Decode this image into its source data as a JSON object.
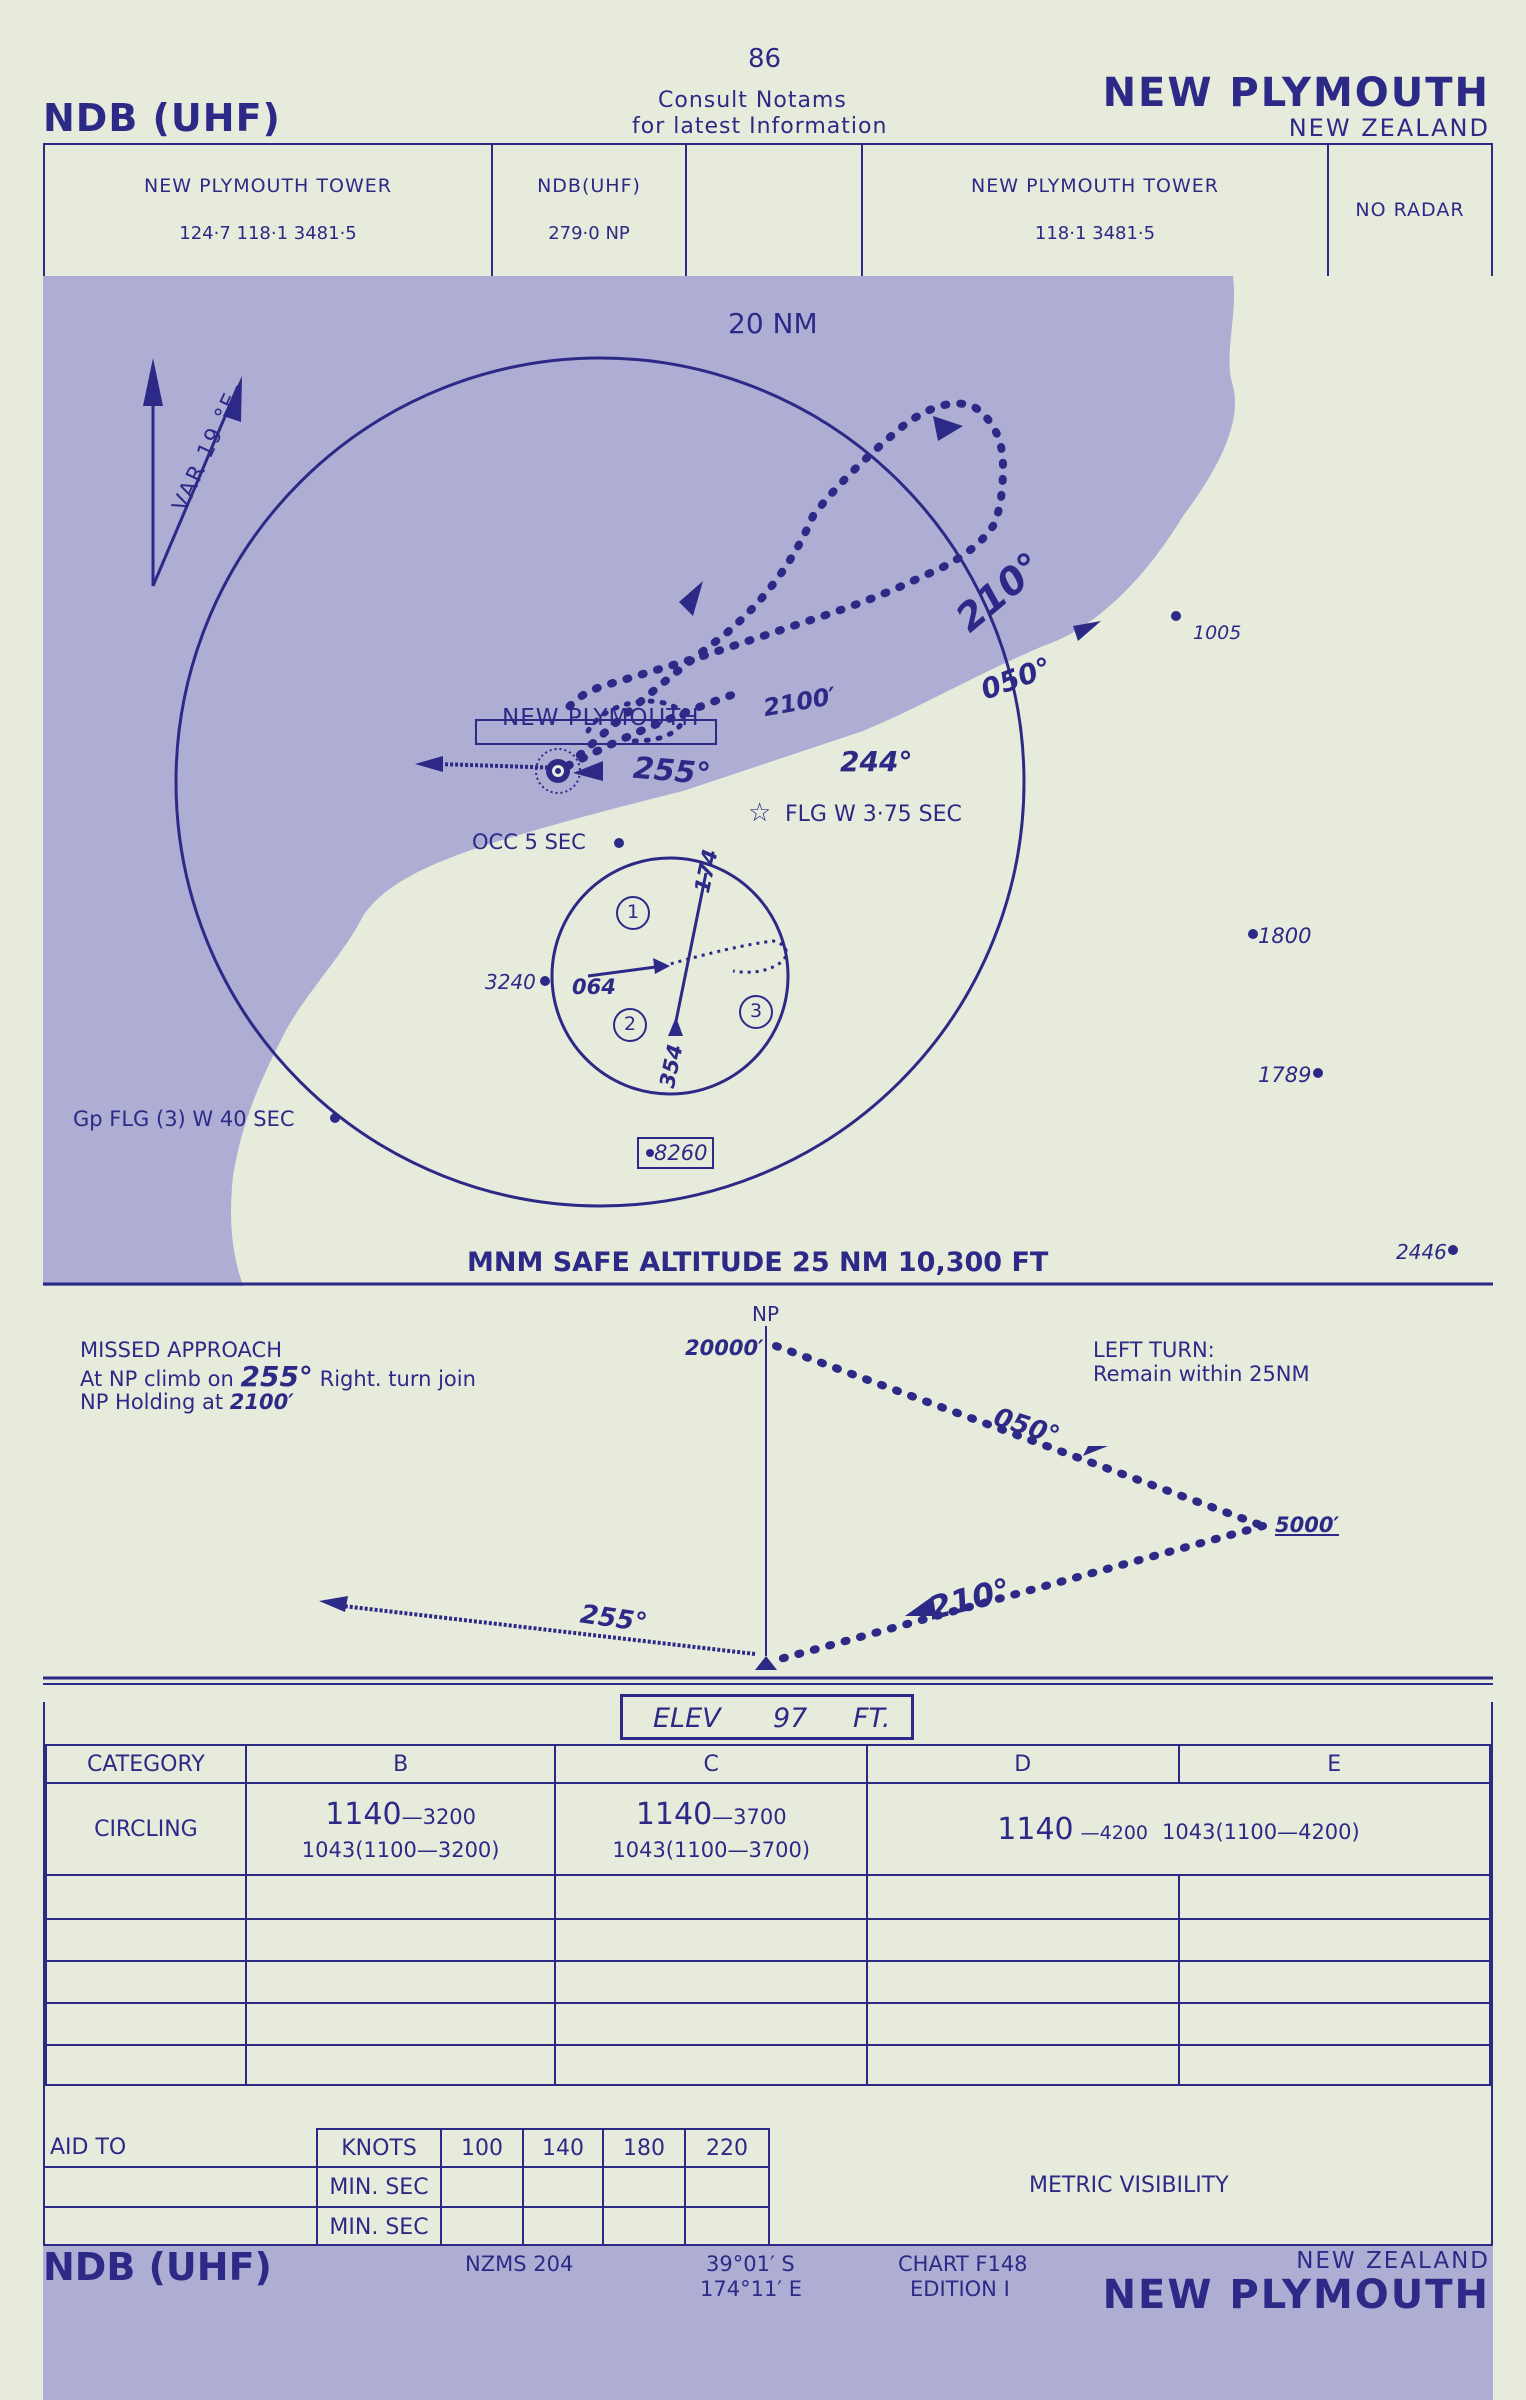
{
  "header": {
    "page_number": "86",
    "notams_line1": "Consult  Notams",
    "notams_line2": "for  latest  Information",
    "procedure": "NDB (UHF)",
    "location": "NEW   PLYMOUTH",
    "country": "NEW  ZEALAND"
  },
  "comms": [
    {
      "title": "NEW PLYMOUTH TOWER",
      "value": "124·7   118·1   3481·5"
    },
    {
      "title": "NDB(UHF)",
      "value": "279·0  NP"
    },
    {
      "title": "",
      "value": ""
    },
    {
      "title": "NEW PLYMOUTH TOWER",
      "value": "118·1                      3481·5"
    },
    {
      "title": "NO RADAR",
      "value": ""
    }
  ],
  "plan": {
    "range_ring": "20 NM",
    "variation": "VAR 19 °E",
    "town": "NEW  PLYMOUTH",
    "inbound_track": "210°",
    "outbound_track": "050°",
    "holding_alt": "2100′",
    "final_track": "244°",
    "missed_track": "255°",
    "light_main": "FLG  W  3·75  SEC",
    "light_occ": "OCC 5 SEC",
    "light_gp": "Gp  FLG  (3)  W 40 SEC",
    "spot_1005": "1005",
    "spot_1800": "1800",
    "spot_1789": "1789",
    "spot_2446": "2446",
    "spot_3240": "3240",
    "spot_8260": "8260",
    "entry_174": "174",
    "entry_064": "064",
    "entry_354": "354",
    "sector_1": "1",
    "sector_2": "2",
    "sector_3": "3",
    "msa": "MNM SAFE ALTITUDE 25 NM   10,300 FT"
  },
  "profile": {
    "np": "NP",
    "alt_top": "20000′",
    "alt_turn": "5000′",
    "outbound": "050°",
    "inbound": "210°",
    "missed": "255°",
    "missed_title": "MISSED  APPROACH",
    "missed_l2a": "At  NP  climb  on",
    "missed_l2b": "255°",
    "missed_l2c": "Right.  turn  join",
    "missed_l3a": "NP  Holding  at",
    "missed_l3b": "2100′",
    "left_turn_1": "LEFT  TURN:",
    "left_turn_2": "Remain  within  25NM"
  },
  "elev": {
    "label": "ELEV",
    "value": "97",
    "unit": "FT."
  },
  "minima": {
    "headers": [
      "CATEGORY",
      "B",
      "C",
      "D",
      "E"
    ],
    "circling": "CIRCLING",
    "b_main": "1140",
    "b_sub": "—3200",
    "b_second": "1043(1100—3200)",
    "c_main": "1140",
    "c_sub": "—3700",
    "c_second": "1043(1100—3700)",
    "de_main": "1140",
    "de_sub": "—4200",
    "de_second": "1043(1100—4200)"
  },
  "aid": {
    "aid_to": "AID TO",
    "knots": "KNOTS",
    "speeds": [
      "100",
      "140",
      "180",
      "220"
    ],
    "min_sec": "MIN. SEC",
    "metric": "METRIC  VISIBILITY"
  },
  "footer": {
    "procedure": "NDB (UHF)",
    "map_ref": "NZMS  204",
    "lat": "39°01′ S",
    "lon": "174°11′ E",
    "chart": "CHART  F148",
    "edition": "EDITION  I",
    "country": "NEW  ZEALAND",
    "location": "NEW    PLYMOUTH"
  },
  "colors": {
    "ink": "#2c2a86",
    "sea": "#aeadd4",
    "paper": "#e6ebdc"
  }
}
